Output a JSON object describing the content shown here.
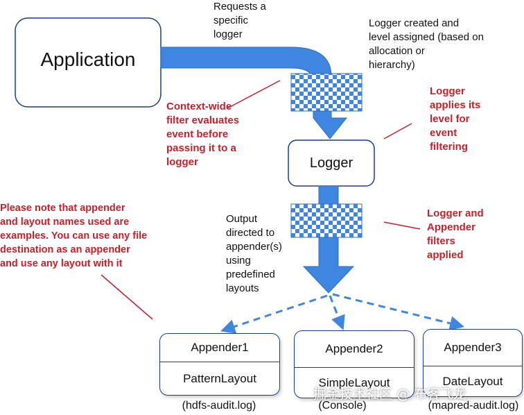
{
  "nodes": {
    "application": "Application",
    "logger": "Logger"
  },
  "notes": {
    "requests": [
      "Requests a",
      "specific",
      "logger"
    ],
    "created": [
      "Logger created and",
      "level assigned (based on",
      "allocation or",
      "hierarchy)"
    ],
    "context_filter": [
      "Context-wide",
      "filter evaluates",
      "event before",
      "passing it to a",
      "logger"
    ],
    "logger_level": [
      "Logger",
      "applies its",
      "level for",
      "event",
      "filtering"
    ],
    "output": [
      "Output",
      "directed to",
      "appender(s)",
      "using",
      "predefined",
      "layouts"
    ],
    "appender_filters": [
      "Logger and",
      "Appender",
      "filters",
      "applied"
    ],
    "disclaimer": [
      "Please note that appender",
      "and layout names used are",
      "examples. You can use any file",
      "destination as an appender",
      "and use any layout with it"
    ]
  },
  "appenders": [
    {
      "name": "Appender1",
      "layout": "PatternLayout",
      "file": "(hdfs-audit.log)"
    },
    {
      "name": "Appender2",
      "layout": "SimpleLayout",
      "file": "(Console)"
    },
    {
      "name": "Appender3",
      "layout": "DateLayout",
      "file": "(mapred-audit.log)"
    }
  ],
  "watermark": "掘金技术社区 @ 布客飞龙",
  "colors": {
    "arrow_blue": "#3f86e0",
    "box_border": "#1a3d8a",
    "annotation_red": "#c8202a",
    "checker_blue": "#3f86e0"
  }
}
